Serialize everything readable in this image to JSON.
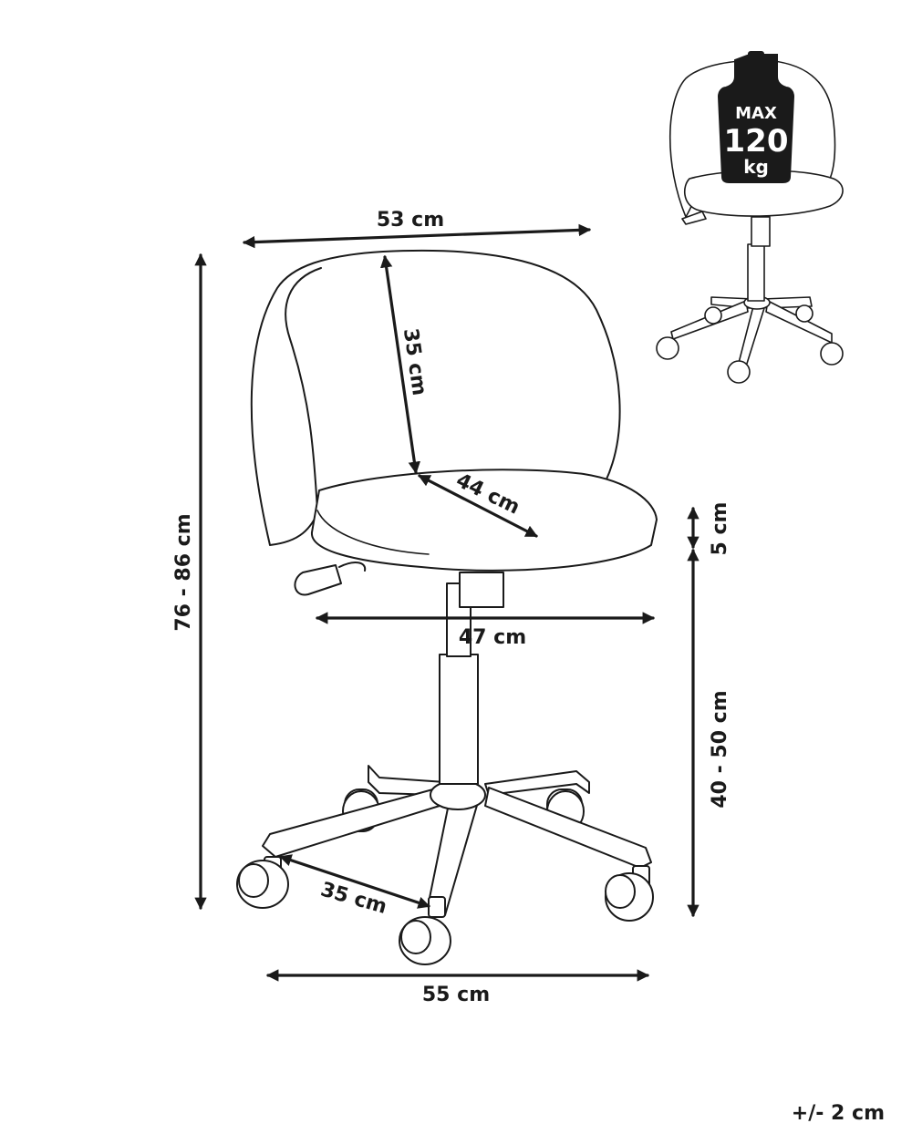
{
  "dimensions": {
    "back_width": "53 cm",
    "backrest_height": "35 cm",
    "seat_depth": "44 cm",
    "seat_width": "47 cm",
    "total_height": "76 - 86 cm",
    "seat_thickness": "5 cm",
    "seat_height": "40 - 50 cm",
    "leg_length": "35 cm",
    "base_width": "55 cm"
  },
  "max_load": {
    "line1": "MAX",
    "line2": "120",
    "line3": "kg"
  },
  "tolerance": "+/- 2 cm",
  "colors": {
    "line": "#1a1a1a",
    "background": "#ffffff"
  }
}
